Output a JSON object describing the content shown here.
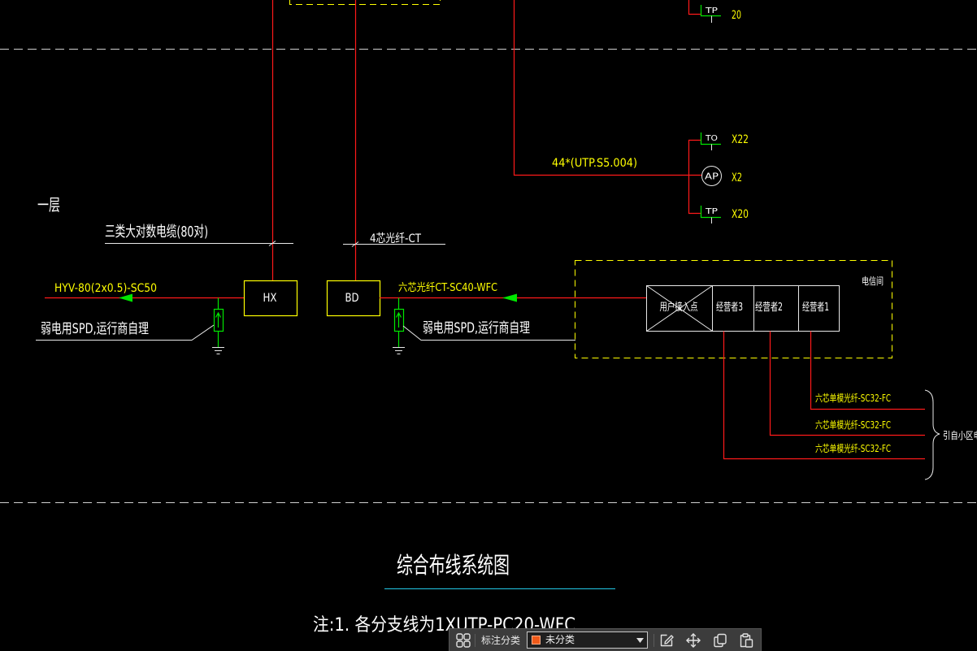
{
  "drawing": {
    "top_outlet": {
      "symbol": "TP",
      "count": "20"
    },
    "outlets": [
      {
        "symbol": "TO",
        "label": "X22"
      },
      {
        "symbol": "AP",
        "label": "X2"
      },
      {
        "symbol": "TP",
        "label": "X20"
      }
    ],
    "horizontal_cable": "44*(UTP.S5.004)",
    "floor": "一层",
    "trunk_cable": "三类大对数电缆(80对)",
    "backbone_fiber": "4芯光纤-CT",
    "incoming_copper_cable": "HYV-80(2x0.5)-SC50",
    "cross_connect": "HX",
    "distributor": "BD",
    "incoming_fiber": "六芯光纤CT-SC40-WFC",
    "spd_notes": [
      "弱电用SPD,运行商自理",
      "弱电用SPD,运行商自理"
    ],
    "telecom_room": "电信间",
    "access_point": "用户接入点",
    "operators": [
      "经营者3",
      "经营者2",
      "经营者1"
    ],
    "operator_fibers": [
      "六芯单模光纤-SC32-FC",
      "六芯单模光纤-SC32-FC",
      "六芯单模光纤-SC32-FC"
    ],
    "source": "引自小区电",
    "title": "综合布线系统图",
    "note": "注:1. 各分支线为1XUTP-PC20-WFC"
  },
  "toolbar": {
    "label": "标注分类",
    "category": {
      "value": "未分类",
      "color": "#f05a1a"
    },
    "icons": {
      "select": "selection-set-icon",
      "dropdown": "chevron-down-icon",
      "edit": "edit-icon",
      "move": "move-icon",
      "copy": "copy-icon",
      "paste": "paste-icon"
    }
  },
  "colors": {
    "background": "#000000",
    "cable": "#ff1a1a",
    "annotation_text": "#ffff00",
    "spd_symbol": "#00e600",
    "title_underline": "#22c8e6"
  }
}
